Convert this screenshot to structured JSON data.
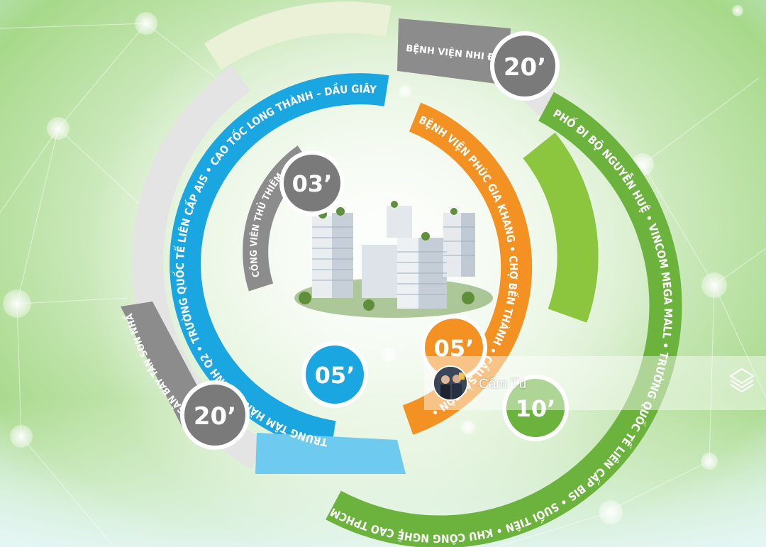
{
  "colors": {
    "background_light": "#eaf6ec",
    "background_green": "#9fd37e",
    "blue": "#1aa6e0",
    "light_blue": "#6fcaf0",
    "orange": "#f39223",
    "green": "#6cb33e",
    "gray": "#8c8c8c",
    "light_gray": "#e3e3e3",
    "cream": "#e9f1d2"
  },
  "inner_ring": {
    "label": "CÔNG VIÊN THỦ THIÊM",
    "badge": "03’"
  },
  "blue_ring": {
    "label": "TRUNG TÂM HÀNH CHÍNH Q2 • TRƯỜNG QUỐC TẾ LIÊN CẤP AIS • CAO TỐC LONG THÀNH – DẦU GIÂY",
    "badge": "05’"
  },
  "orange_ring": {
    "label": "BỆNH VIỆN PHÚC GIA KHANG • CHỢ BẾN THÀNH • CẦU SÀI GÒN • MỸ",
    "badge": "05’"
  },
  "green_ring": {
    "label": "PHỐ ĐI BỘ NGUYỄN HUỆ • VINCOM MEGA MALL • TRƯỜNG QUỐC TẾ LIÊN CẤP BIS • SUỐI TIÊN • KHU CÔNG NGHỆ CAO TPHCM",
    "badge": "10’"
  },
  "outer_ring": {
    "top_label": "BỆNH VIỆN NHI ĐỒNG",
    "top_badge": "20’",
    "left_label": "SÂN BAY TÂN SƠN NHẤT",
    "left_badge": "20’"
  },
  "agent": {
    "name": "Cẩm Tú",
    "avatar_icon": "person-avatar-icon",
    "logo_icon": "stacked-layers-logo-icon"
  }
}
